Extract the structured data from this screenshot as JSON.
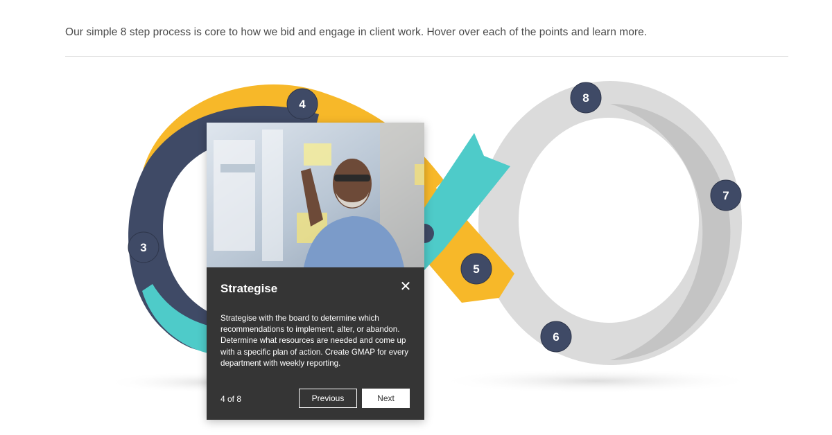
{
  "intro": {
    "text": "Our simple 8 step process is core to how we bid and engage in client work. Hover over each of the points and learn more."
  },
  "colors": {
    "navy": "#3f4a66",
    "yellow": "#f7b829",
    "teal": "#4ecbc9",
    "light_gray": "#dbdbdb",
    "mid_gray": "#c2c2c2",
    "marker": "#3f4a66",
    "popup_bg": "#353535"
  },
  "steps": [
    {
      "number": "3",
      "icon": "step-marker"
    },
    {
      "number": "4",
      "icon": "step-marker"
    },
    {
      "number": "5",
      "icon": "step-marker"
    },
    {
      "number": "6",
      "icon": "step-marker"
    },
    {
      "number": "7",
      "icon": "step-marker"
    },
    {
      "number": "8",
      "icon": "step-marker"
    }
  ],
  "popup": {
    "title": "Strategise",
    "body": "Strategise with the board to determine which recommendations to implement, alter, or abandon. Determine what resources are needed and come up with a specific plan of action. Create GMAP for every department with weekly reporting.",
    "counter": "4 of 8",
    "previous_label": "Previous",
    "next_label": "Next",
    "close_icon": "close-icon"
  }
}
